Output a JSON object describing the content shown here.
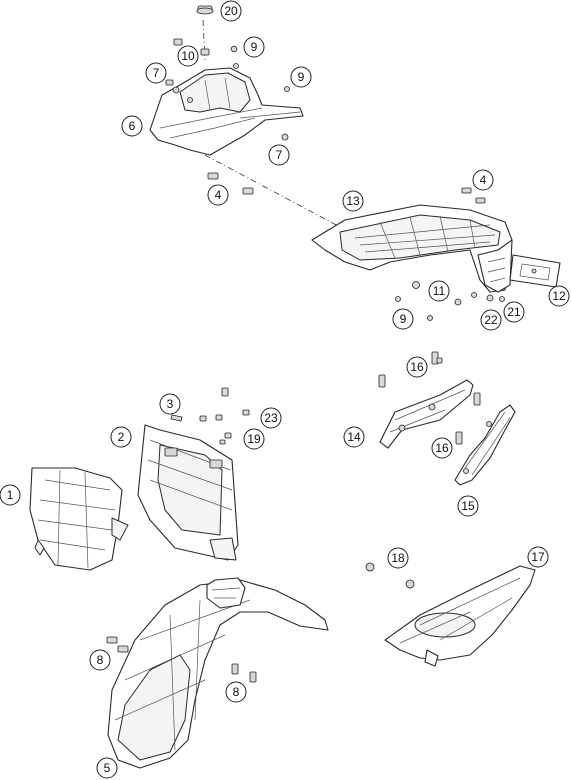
{
  "callouts": {
    "c1": "1",
    "c2": "2",
    "c3": "3",
    "c4a": "4",
    "c4b": "4",
    "c5": "5",
    "c6": "6",
    "c7a": "7",
    "c7b": "7",
    "c8a": "8",
    "c8b": "8",
    "c9a": "9",
    "c9b": "9",
    "c9c": "9",
    "c10": "10",
    "c11": "11",
    "c12": "12",
    "c13": "13",
    "c14": "14",
    "c15": "15",
    "c16a": "16",
    "c16b": "16",
    "c17": "17",
    "c18": "18",
    "c19": "19",
    "c20": "20",
    "c21": "21",
    "c22": "22",
    "c23": "23"
  }
}
